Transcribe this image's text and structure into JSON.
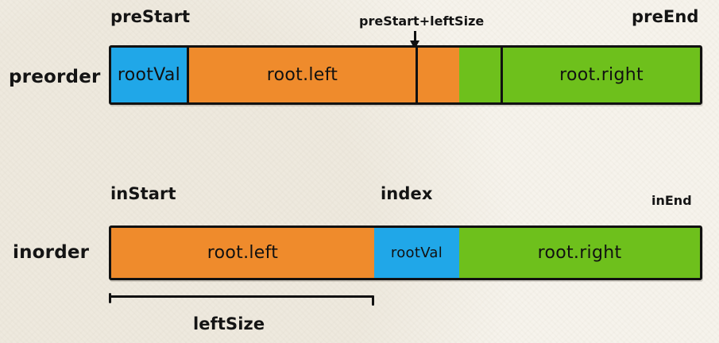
{
  "diagram": {
    "title": "preorder / inorder array partition for building a binary tree",
    "colors": {
      "background": "#f6f3ec",
      "ink": "#111111",
      "blue": "#20a7e8",
      "orange": "#ef8b2c",
      "green": "#6ec01c"
    }
  },
  "preorder": {
    "row_label": "preorder",
    "markers": {
      "start": "preStart",
      "mid": "preStart+leftSize",
      "end": "preEnd"
    },
    "segments": [
      {
        "label": "rootVal",
        "color": "blue"
      },
      {
        "label": "root.left",
        "color": "orange"
      },
      {
        "label": "",
        "color": "orange"
      },
      {
        "label": "",
        "color": "green"
      },
      {
        "label": "root.right",
        "color": "green"
      }
    ]
  },
  "inorder": {
    "row_label": "inorder",
    "markers": {
      "start": "inStart",
      "mid": "index",
      "end": "inEnd"
    },
    "segments": [
      {
        "label": "root.left",
        "color": "orange"
      },
      {
        "label": "rootVal",
        "color": "blue"
      },
      {
        "label": "root.right",
        "color": "green"
      }
    ],
    "measure": {
      "label": "leftSize"
    }
  }
}
